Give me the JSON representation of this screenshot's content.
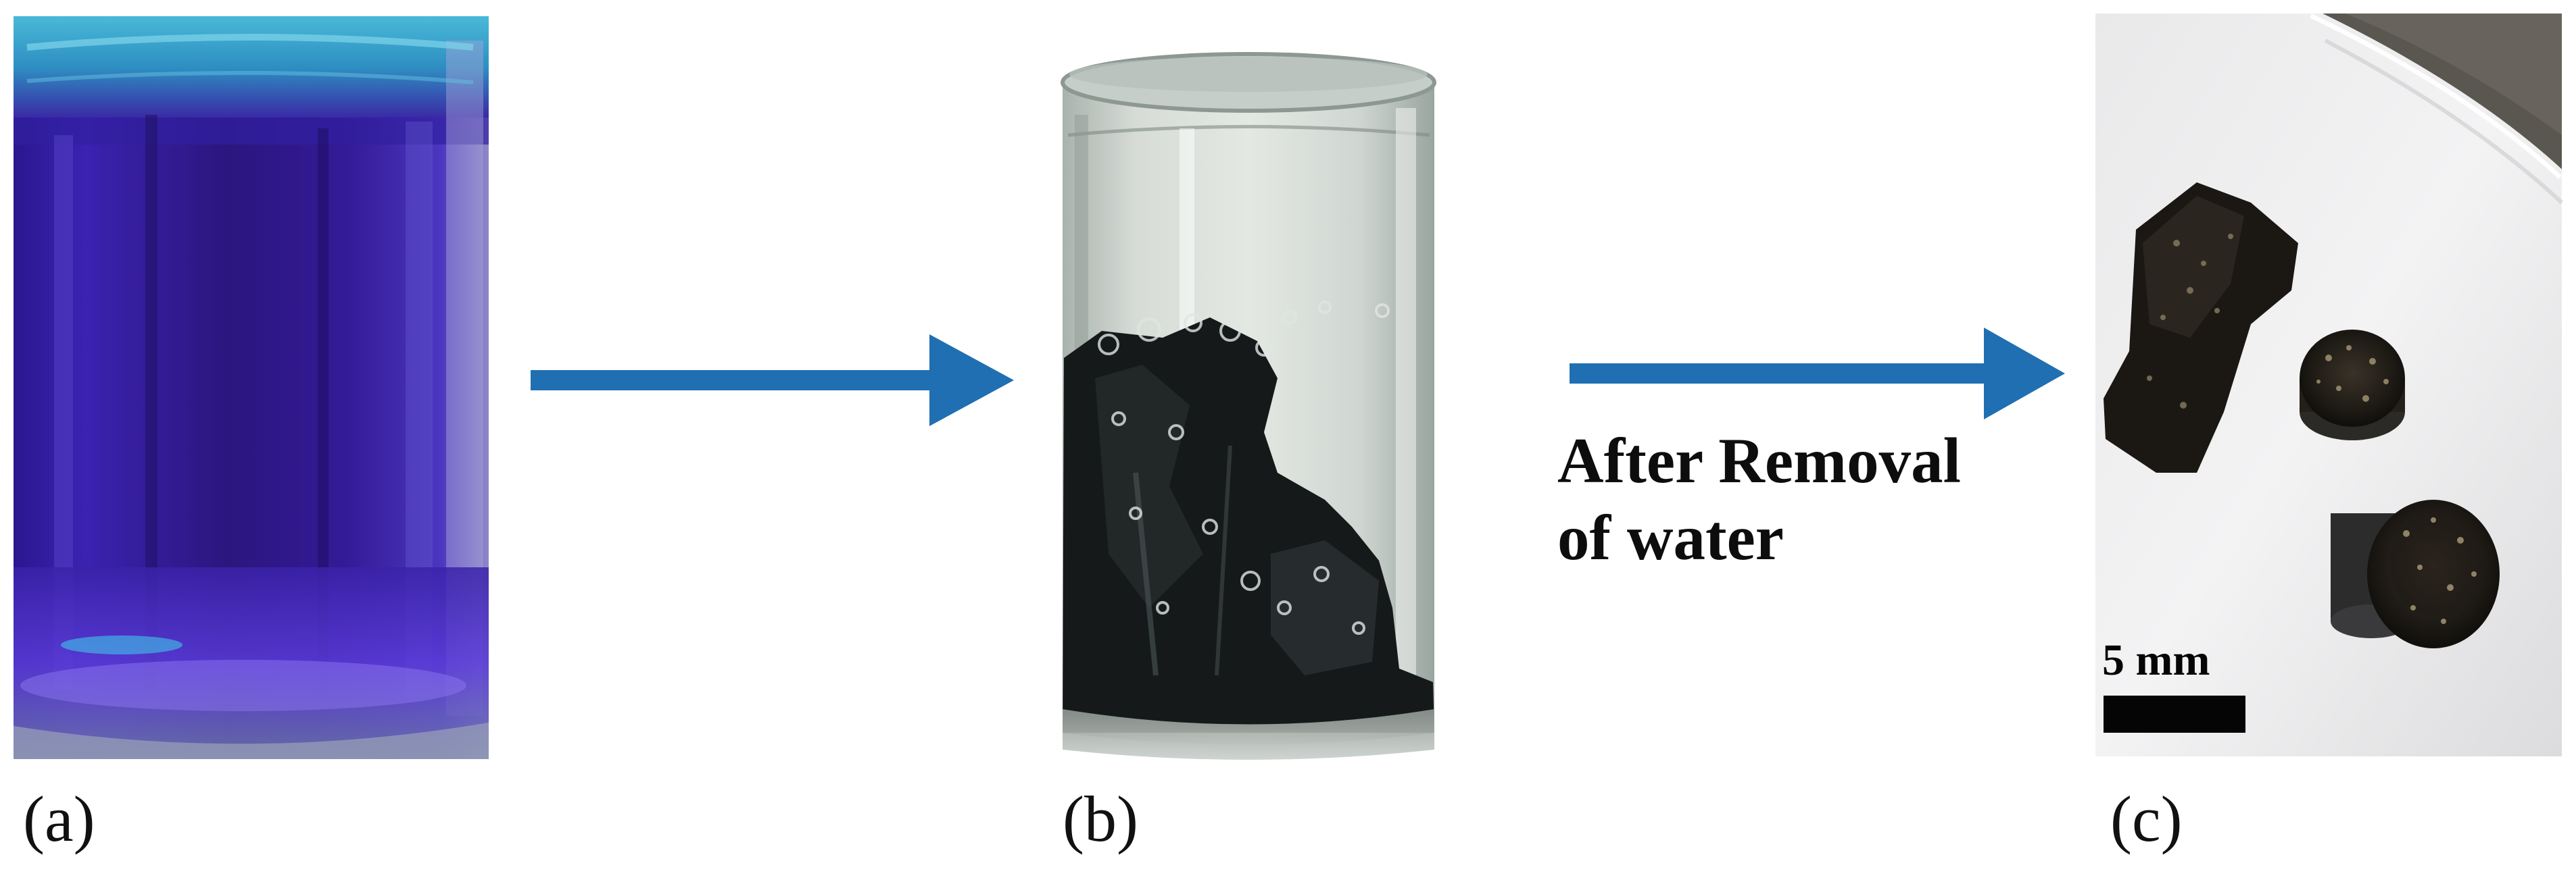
{
  "panels": [
    {
      "label": "(a)"
    },
    {
      "label": "(b)"
    },
    {
      "label": "(c)"
    }
  ],
  "arrows": {
    "color": "#1f6fb2"
  },
  "caption": {
    "line1": "After Removal",
    "line2": "of water"
  },
  "scale_bar": {
    "label": "5 mm"
  },
  "colors": {
    "solution_purple": "#3a1f9c",
    "background": "#ffffff"
  }
}
